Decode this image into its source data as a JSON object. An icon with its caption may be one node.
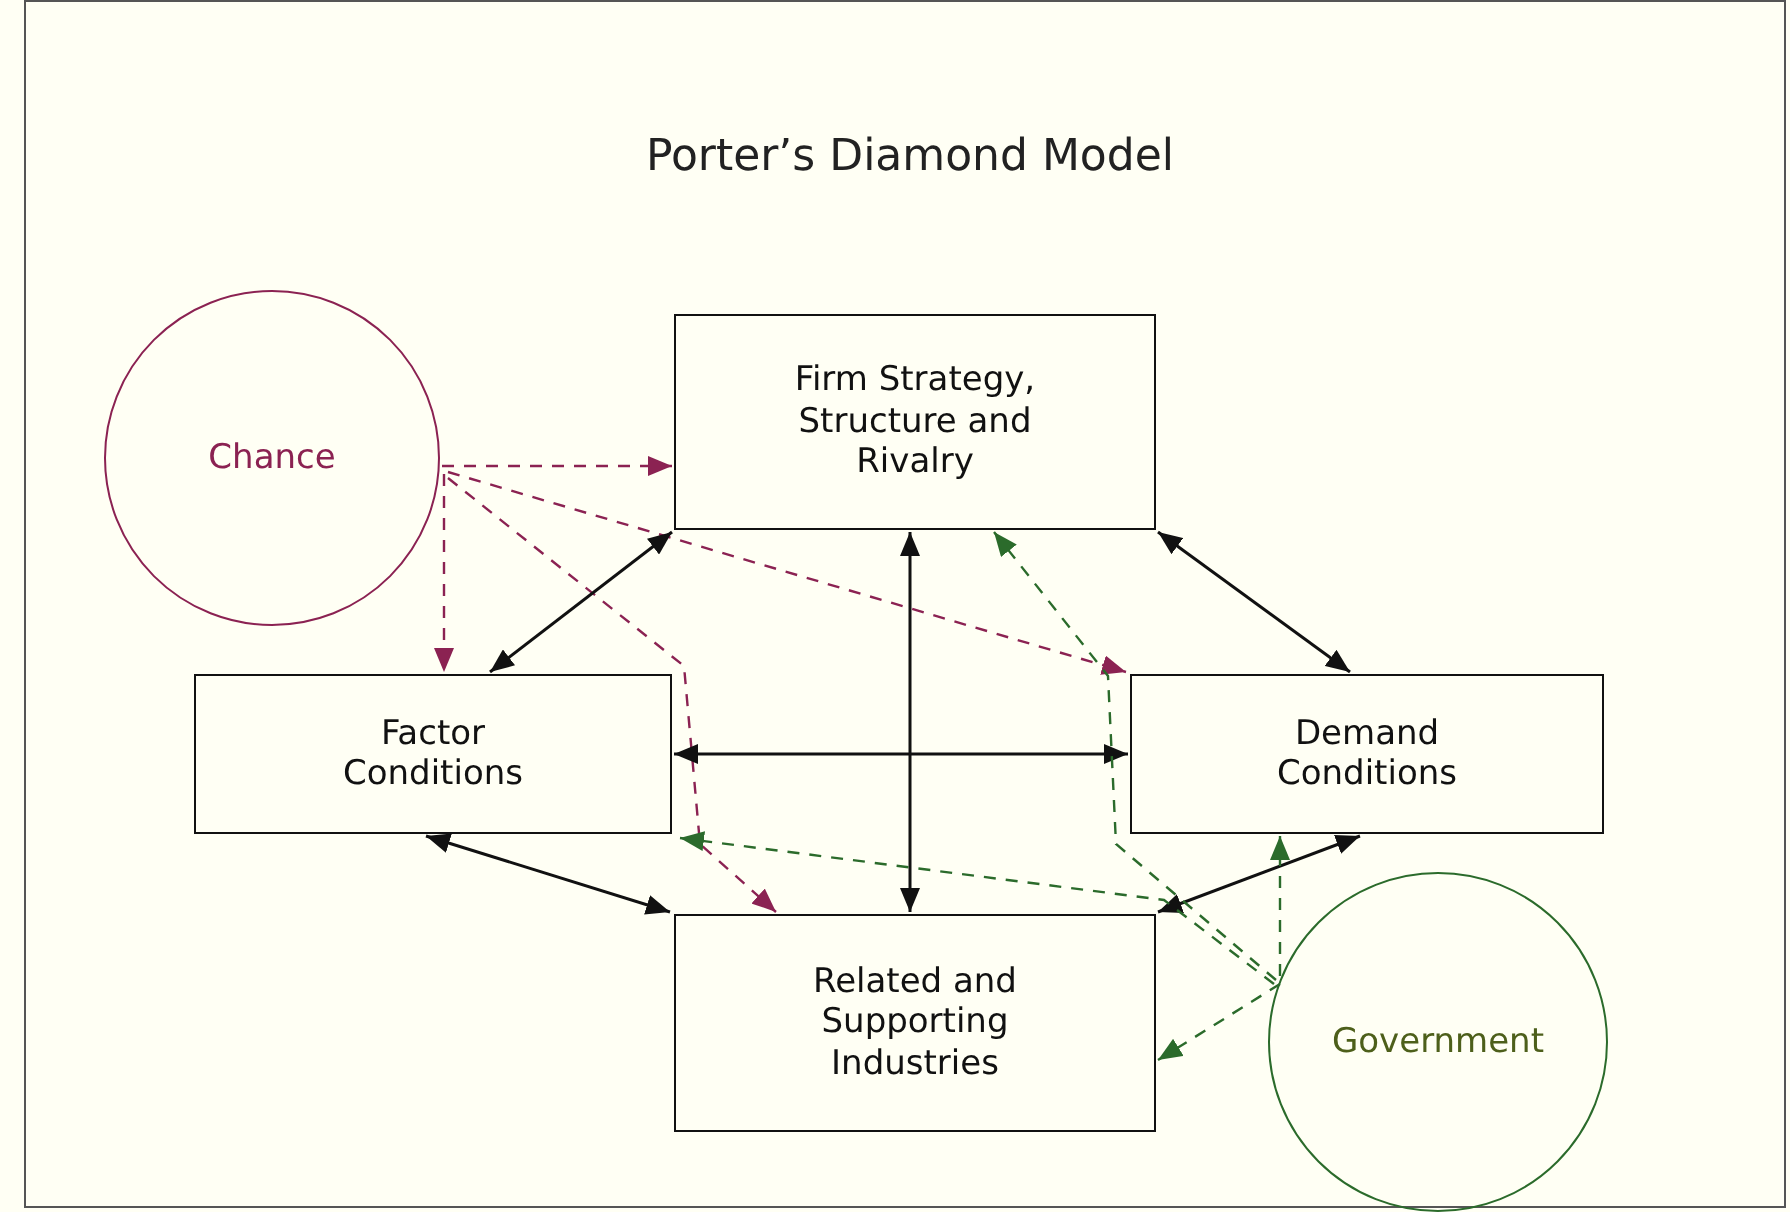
{
  "diagram": {
    "title": "Porter’s Diamond Model",
    "nodes": [
      {
        "text": [
          "Chance"
        ]
      },
      {
        "text": [
          "Firm Strategy, Structure and Rivalry"
        ]
      },
      {
        "text": [
          "Factor Conditions"
        ]
      },
      {
        "text": [
          "Demand Conditions"
        ]
      },
      {
        "text": [
          "Related and Supporting Industries"
        ]
      },
      {
        "text": [
          "Government"
        ]
      }
    ],
    "edges": [
      {
        "from": 0,
        "to": 1,
        "arrow": "to",
        "style": "dashed",
        "color": "#8b2252"
      },
      {
        "from": 0,
        "to": 2,
        "arrow": "to",
        "style": "dashed",
        "color": "#8b2252"
      },
      {
        "from": 0,
        "to": 3,
        "arrow": "to",
        "style": "dashed",
        "color": "#8b2252"
      },
      {
        "from": 0,
        "to": 4,
        "arrow": "to",
        "style": "dashed",
        "color": "#8b2252"
      },
      {
        "from": 1,
        "to": 2,
        "arrow": "both"
      },
      {
        "from": 1,
        "to": 3,
        "arrow": "both"
      },
      {
        "from": 2,
        "to": 3,
        "arrow": "both"
      },
      {
        "from": 1,
        "to": 4,
        "arrow": "both"
      },
      {
        "from": 2,
        "to": 4,
        "arrow": "both"
      },
      {
        "from": 3,
        "to": 4,
        "arrow": "both"
      },
      {
        "from": 5,
        "to": 1,
        "arrow": "to",
        "style": "dashed",
        "color": "#2b6b2b"
      },
      {
        "from": 5,
        "to": 2,
        "arrow": "to",
        "style": "dashed",
        "color": "#2b6b2b"
      },
      {
        "from": 5,
        "to": 3,
        "arrow": "to",
        "style": "dashed",
        "color": "#2b6b2b"
      },
      {
        "from": 5,
        "to": 4,
        "arrow": "to",
        "style": "dashed",
        "color": "#2b6b2b"
      }
    ]
  }
}
